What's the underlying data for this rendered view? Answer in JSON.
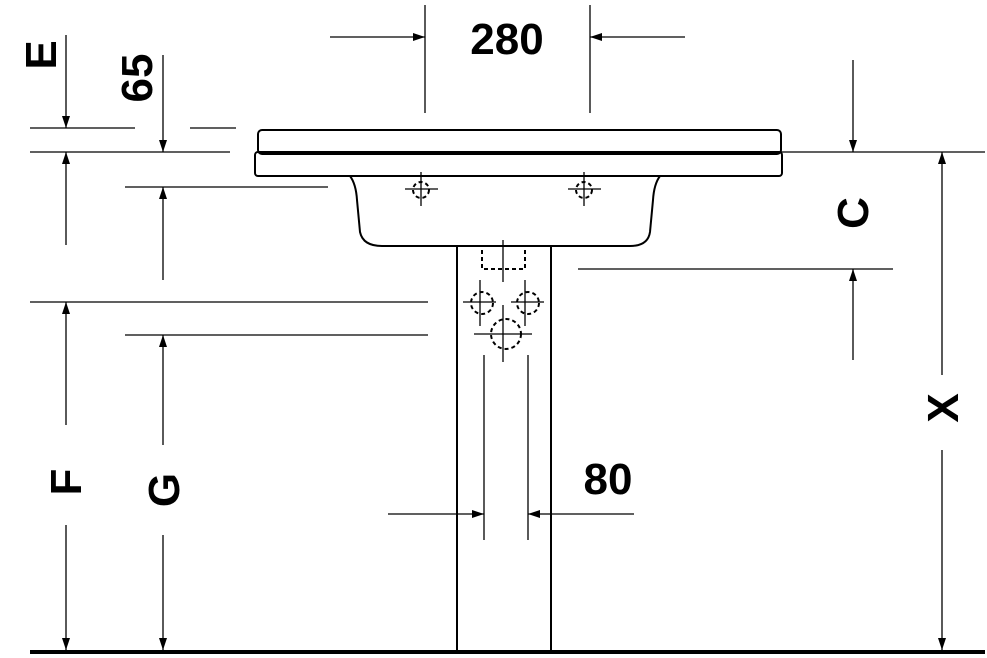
{
  "dimensions": {
    "width_top": "280",
    "e": "E",
    "e_value": "65",
    "c": "C",
    "x": "X",
    "f": "F",
    "g": "G",
    "pedestal_width": "80"
  }
}
